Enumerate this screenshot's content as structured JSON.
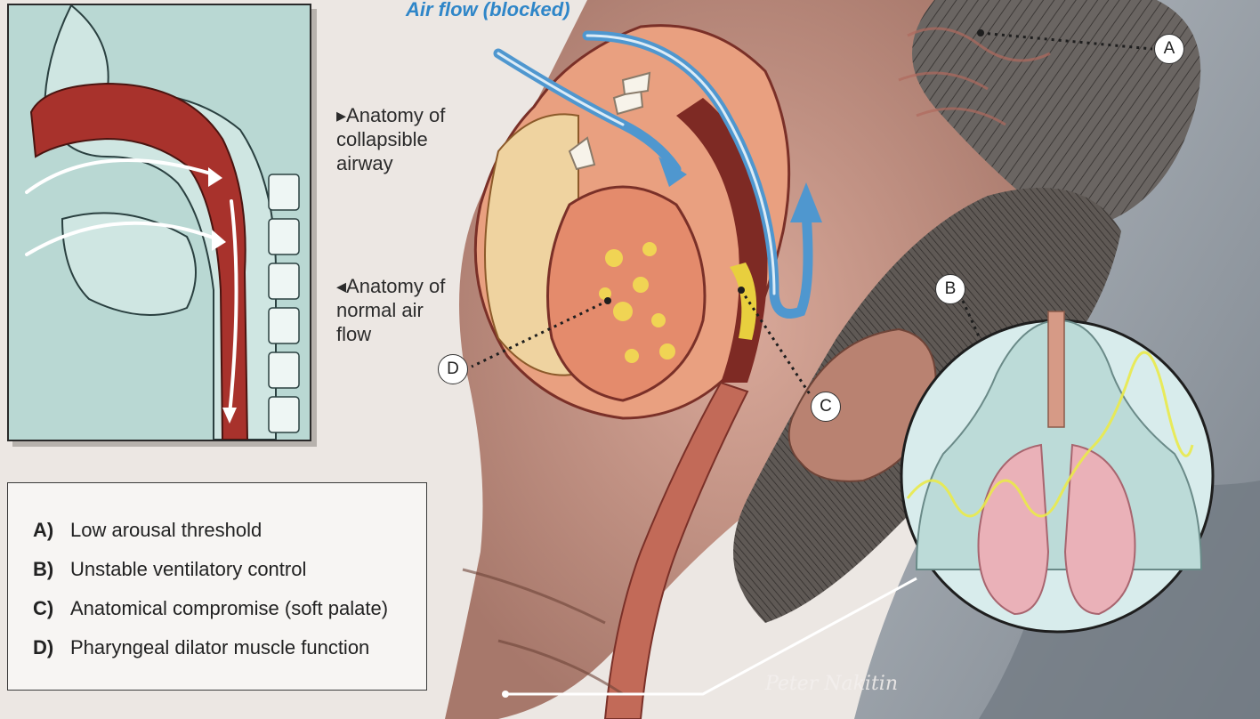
{
  "airflow_label": "Air flow (blocked)",
  "captions": {
    "collapsible": "▸Anatomy of collapsible airway",
    "normal": "◂Anatomy of normal air flow"
  },
  "callouts": {
    "a": "A",
    "b": "B",
    "c": "C",
    "d": "D"
  },
  "legend": {
    "items": [
      {
        "key": "A)",
        "text": "Low arousal threshold"
      },
      {
        "key": "B)",
        "text": "Unstable ventilatory control"
      },
      {
        "key": "C)",
        "text": "Anatomical compromise (soft palate)"
      },
      {
        "key": "D)",
        "text": "Pharyngeal dilator muscle function"
      }
    ]
  },
  "signature": "Peter Nakitin",
  "colors": {
    "airway_blue": "#4f97cf",
    "tissue_red": "#a83a33",
    "inset_teal": "#b9d8d3",
    "fat_yellow": "#e8cf3e",
    "hair_gray": "#5c5855"
  }
}
